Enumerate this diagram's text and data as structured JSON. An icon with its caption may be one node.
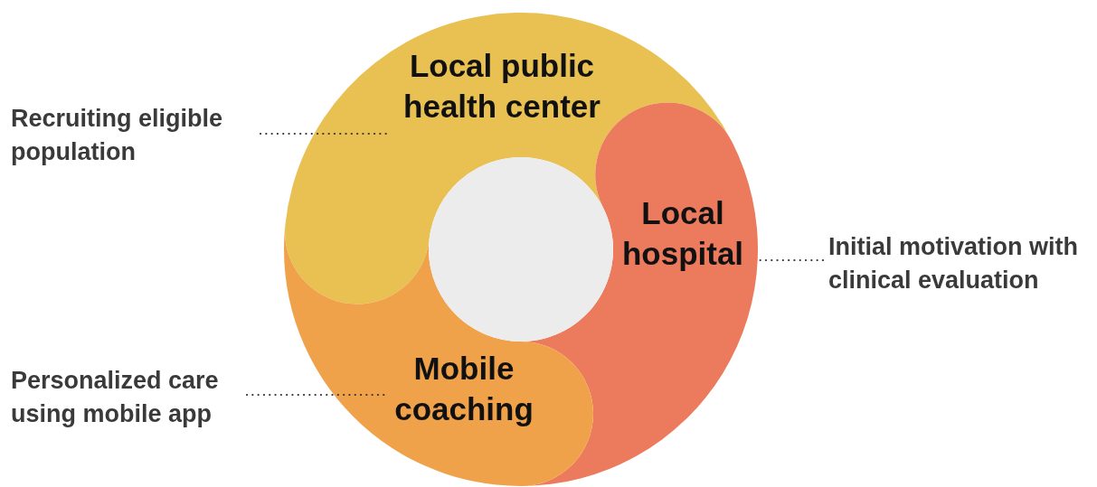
{
  "diagram": {
    "nodes": [
      {
        "text": [
          "Local public health center"
        ]
      },
      {
        "text": [
          "Local hospital"
        ]
      },
      {
        "text": [
          "Mobile coaching"
        ]
      },
      {
        "text": [
          "Recruiting eligible population"
        ]
      },
      {
        "text": [
          "Initial motivation with clinical evaluation"
        ]
      },
      {
        "text": [
          "Personalized care using mobile app"
        ]
      },
      {
        "text": [],
        "shape": "circle"
      }
    ],
    "edges": [
      {
        "from": 3,
        "to": 0,
        "arrow": "none",
        "style": "dashed"
      },
      {
        "from": 4,
        "to": 1,
        "arrow": "none",
        "style": "dashed"
      },
      {
        "from": 5,
        "to": 2,
        "arrow": "none",
        "style": "dashed"
      }
    ]
  }
}
